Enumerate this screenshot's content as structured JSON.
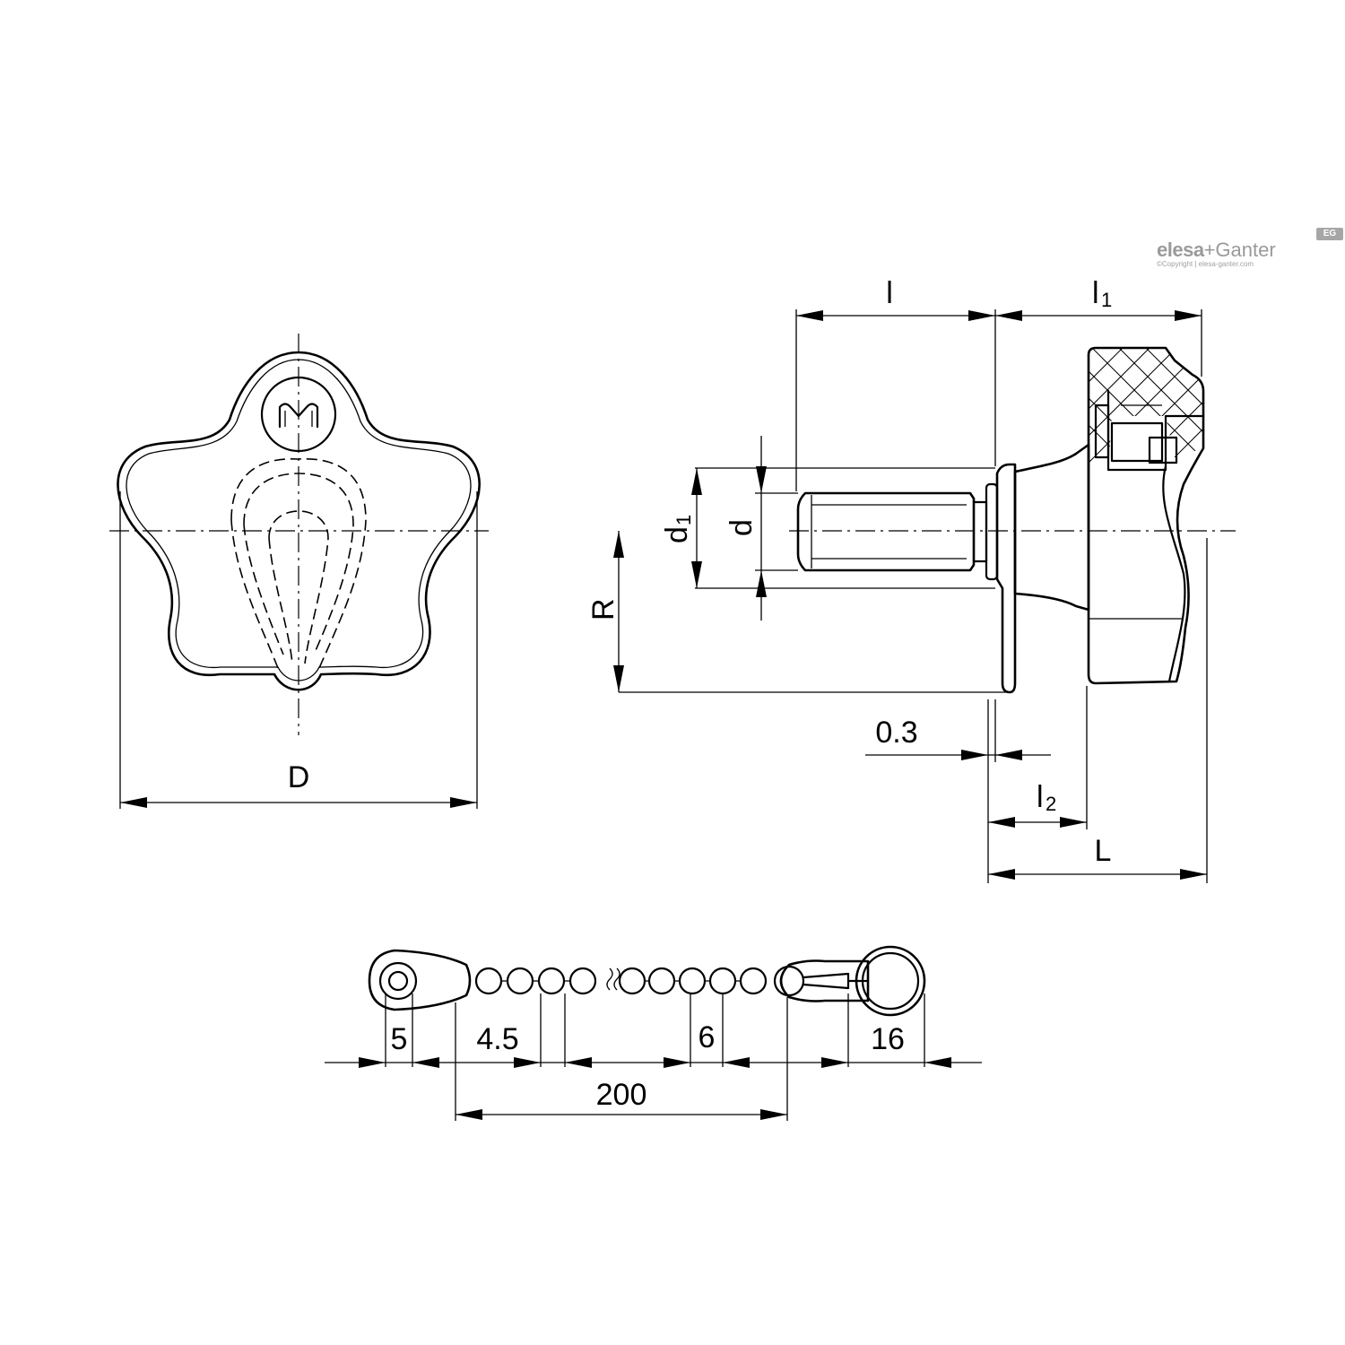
{
  "logo": {
    "brand": "elesa",
    "brand_suffix": "+Ganter",
    "badge": "EG",
    "copyright": "©Copyright | elesa-ganter.com"
  },
  "front_view": {
    "dim_D": "D"
  },
  "side_view": {
    "dim_l": "l",
    "dim_l1_main": "l",
    "dim_l1_sub": "1",
    "dim_d1_main": "d",
    "dim_d1_sub": "1",
    "dim_d": "d",
    "dim_R": "R",
    "dim_gap": "0.3",
    "dim_l2_main": "l",
    "dim_l2_sub": "2",
    "dim_L": "L"
  },
  "chain": {
    "dim_5": "5",
    "dim_4_5": "4.5",
    "dim_6": "6",
    "dim_16": "16",
    "dim_200": "200"
  }
}
